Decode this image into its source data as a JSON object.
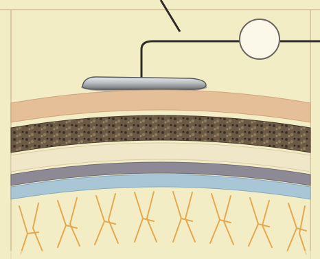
{
  "illustration": {
    "colors": {
      "paper": "#f3edc6",
      "frame": "#d9c9a0",
      "wire": "#2f2a25",
      "electrode_body": "#b8bbbd",
      "electrode_dark": "#6f7275",
      "scalp": "#e4bf98",
      "skull": "#6b5a45",
      "dura": "#f0e6c8",
      "arachnoid": "#8d8a95",
      "pia": "#a9c6d6",
      "cortex_fibers": "#e5a84c",
      "meter_face": "#fbf8ea"
    },
    "parts": [
      "wire",
      "electrode",
      "meter",
      "scalp-layer",
      "skull-layer",
      "dura-layer",
      "arachnoid-layer",
      "pia-layer",
      "cortex-neurons"
    ]
  }
}
